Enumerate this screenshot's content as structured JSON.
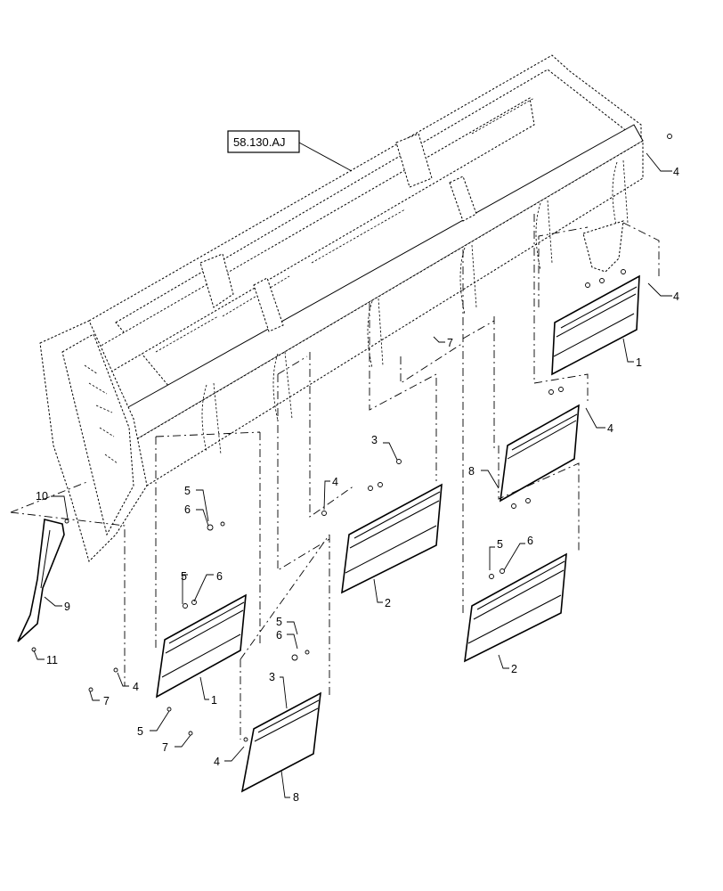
{
  "reference_box": {
    "label": "58.130.AJ"
  },
  "callouts": [
    {
      "id": "c1",
      "text": "4"
    },
    {
      "id": "c2",
      "text": "4"
    },
    {
      "id": "c3",
      "text": "1"
    },
    {
      "id": "c4",
      "text": "7"
    },
    {
      "id": "c5",
      "text": "4"
    },
    {
      "id": "c6",
      "text": "3"
    },
    {
      "id": "c7",
      "text": "4"
    },
    {
      "id": "c8",
      "text": "8"
    },
    {
      "id": "c9",
      "text": "5"
    },
    {
      "id": "c10",
      "text": "6"
    },
    {
      "id": "c11",
      "text": "10"
    },
    {
      "id": "c12",
      "text": "5"
    },
    {
      "id": "c13",
      "text": "6"
    },
    {
      "id": "c14",
      "text": "2"
    },
    {
      "id": "c15",
      "text": "5"
    },
    {
      "id": "c16",
      "text": "6"
    },
    {
      "id": "c17",
      "text": "9"
    },
    {
      "id": "c18",
      "text": "2"
    },
    {
      "id": "c19",
      "text": "11"
    },
    {
      "id": "c20",
      "text": "5"
    },
    {
      "id": "c21",
      "text": "6"
    },
    {
      "id": "c22",
      "text": "3"
    },
    {
      "id": "c23",
      "text": "1"
    },
    {
      "id": "c24",
      "text": "4"
    },
    {
      "id": "c25",
      "text": "7"
    },
    {
      "id": "c26",
      "text": "5"
    },
    {
      "id": "c27",
      "text": "7"
    },
    {
      "id": "c28",
      "text": "4"
    },
    {
      "id": "c29",
      "text": "8"
    }
  ]
}
